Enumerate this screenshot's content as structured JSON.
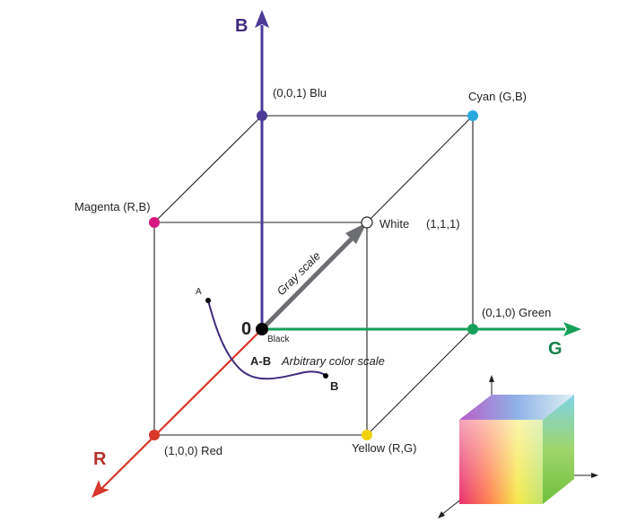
{
  "axes": {
    "b_label": "B",
    "g_label": "G",
    "r_label": "R",
    "origin_label": "0",
    "b_color": "#4b3a97",
    "g_color": "#16a05a",
    "r_color": "#d6372a"
  },
  "vertices": {
    "blue": "(0,0,1) Blu",
    "cyan": "Cyan (G,B)",
    "magenta": "Magenta (R,B)",
    "white": "White",
    "white_coords": "(1,1,1)",
    "green": "(0,1,0) Green",
    "red": "(1,0,0) Red",
    "yellow": "Yellow (R,G)",
    "black": "Black"
  },
  "vertex_colors": {
    "blue": "#4b3a97",
    "cyan": "#2aa9df",
    "magenta": "#d6177f",
    "white": "#ffffff",
    "green": "#16a05a",
    "red": "#d6372a",
    "yellow": "#f1d20f",
    "black": "#000000"
  },
  "gray_scale": {
    "label": "Gray scale",
    "color": "#6d6e71"
  },
  "arbitrary_curve": {
    "point_a": "A",
    "point_b": "B",
    "caption_prefix": "A-B",
    "caption": "Arbitrary color scale",
    "color": "#3f2a7d"
  }
}
